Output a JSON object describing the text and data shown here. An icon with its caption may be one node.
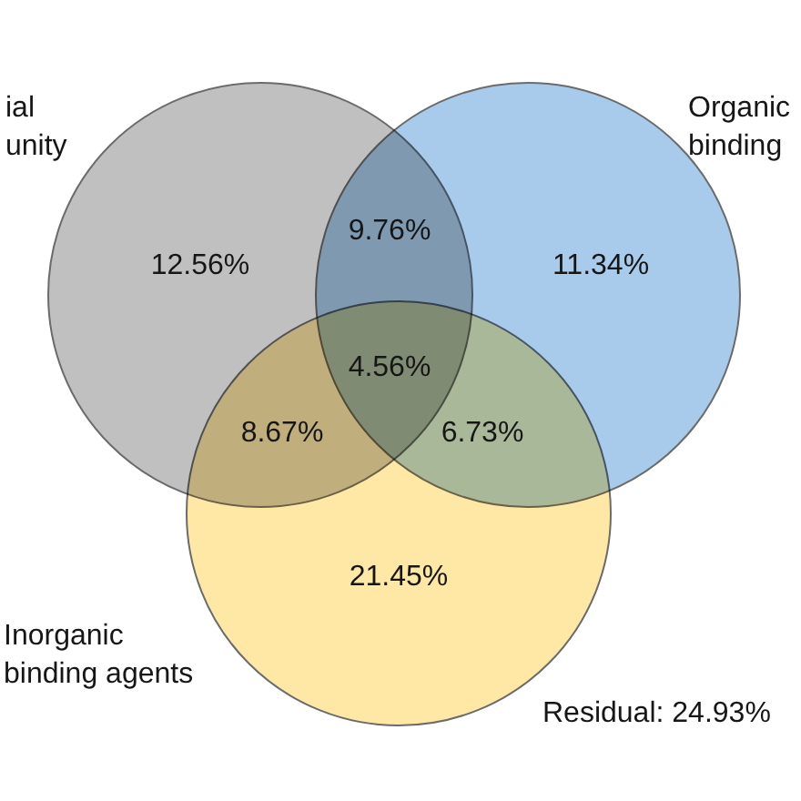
{
  "diagram": {
    "nodes": [
      {
        "text": [
          "ial unity",
          "12.56%"
        ]
      },
      {
        "text": [
          "Organic binding",
          "11.34%"
        ]
      },
      {
        "text": [
          "Inorganic binding agents",
          "21.45%"
        ]
      }
    ],
    "labels": [
      "9.76%",
      "4.56%",
      "8.67%",
      "6.73%",
      "Residual: 24.93%"
    ]
  }
}
